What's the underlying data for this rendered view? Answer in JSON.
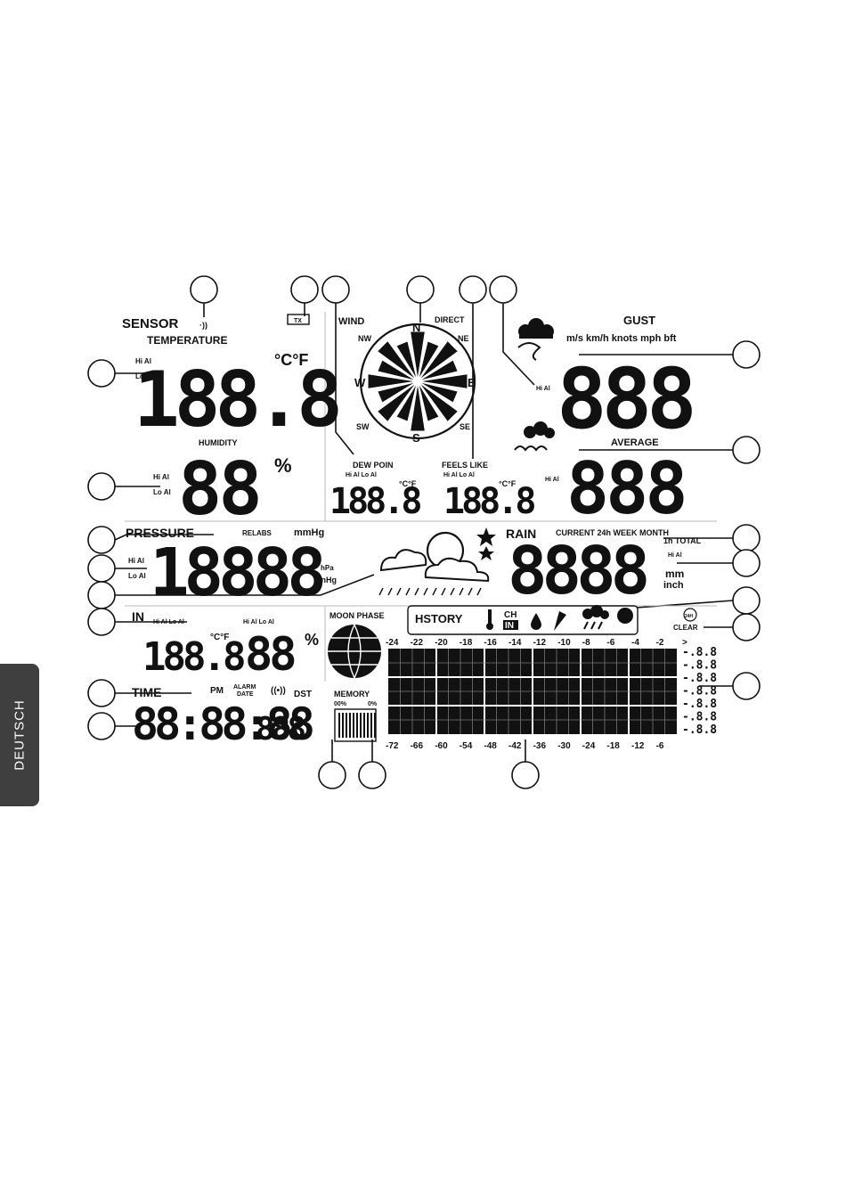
{
  "side_tab": "DEUTSCH",
  "sensor": {
    "label": "SENSOR",
    "tx": "TX"
  },
  "temperature": {
    "label": "TEMPERATURE",
    "units": "°C°F",
    "value": "188.8",
    "hi_al": "Hi Al",
    "lo_al": "Lo Al"
  },
  "humidity": {
    "label": "HUMIDITY",
    "value": "88",
    "unit": "%",
    "hi_al": "Hi Al",
    "lo_al": "Lo Al"
  },
  "wind": {
    "label": "WIND",
    "direct": "DIRECT",
    "compass": [
      "N",
      "NE",
      "E",
      "SE",
      "S",
      "SW",
      "W",
      "NW"
    ]
  },
  "dew_point": {
    "label": "DEW POIN",
    "alarms": "Hi Al  Lo Al",
    "value": "188.8",
    "units": "°C°F"
  },
  "feels_like": {
    "label": "FEELS LIKE",
    "alarms": "Hi Al  Lo Al",
    "value": "188.8",
    "units": "°C°F"
  },
  "gust": {
    "label": "GUST",
    "units": "m/s km/h knots mph bft",
    "value": "888",
    "hi_al": "Hi Al"
  },
  "average": {
    "label": "AVERAGE",
    "value": "888",
    "hi_al": "Hi Al"
  },
  "pressure": {
    "label": "PRESSURE",
    "relabs": "RELABS",
    "mmhg": "mmHg",
    "value": "18888",
    "hpa": "hPa",
    "inhg": "InHg",
    "hi_al": "Hi Al",
    "lo_al": "Lo Al"
  },
  "rain": {
    "label": "RAIN",
    "periods": "CURRENT 24h WEEK MONTH",
    "periods2": "1h TOTAL",
    "value": "8888",
    "mm": "mm",
    "inch": "inch",
    "hi_al": "Hi Al"
  },
  "indoor": {
    "label": "IN",
    "alarms": "Hi Al  Lo Al",
    "alarms2": "Hi Al  Lo Al",
    "temp": "188.8",
    "temp_units": "°C°F",
    "hum": "88",
    "hum_unit": "%"
  },
  "time": {
    "label": "TIME",
    "pm": "PM",
    "alarm": "ALARM",
    "date": "DATE",
    "dst": "DST",
    "digits": "88:88:88",
    "small": "888"
  },
  "moon": {
    "label": "MOON PHASE"
  },
  "memory": {
    "label": "MEMORY",
    "full": "00%",
    "empty": "0%"
  },
  "history": {
    "label": "HSTORY",
    "ch": "CH",
    "in": "IN",
    "clear": "CLEAR",
    "h24": "24H",
    "top_axis": [
      "-24",
      "-22",
      "-20",
      "-18",
      "-16",
      "-14",
      "-12",
      "-10",
      "-8",
      "-6",
      "-4",
      "-2"
    ],
    "bottom_axis": [
      "-72",
      "-66",
      "-60",
      "-54",
      "-48",
      "-42",
      "-36",
      "-30",
      "-24",
      "-18",
      "-12",
      "-6"
    ],
    "scale": [
      "-.8.8",
      "-.8.8",
      "-.8.8",
      "-.8.8",
      "-.8.8",
      "-.8.8",
      "-.8.8"
    ],
    "scale_top": ">"
  }
}
